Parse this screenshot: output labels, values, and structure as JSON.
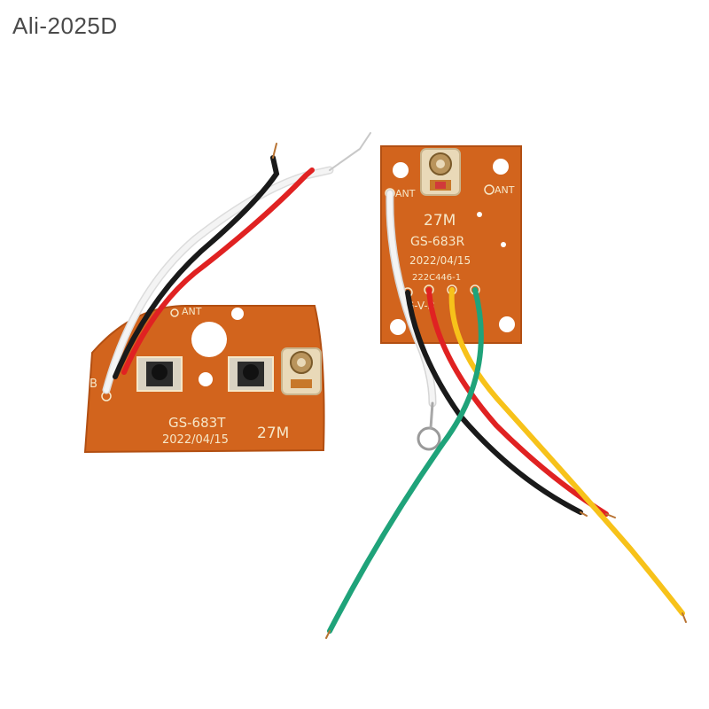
{
  "watermark": "Ali-2025D",
  "colors": {
    "pcb": "#d2641d",
    "pcb_edge": "#b24f12",
    "silkscreen": "#f6e7c8",
    "wire_black": "#1a1a1a",
    "wire_red": "#e02222",
    "wire_white": "#f4f4f4",
    "wire_yellow": "#f7c21a",
    "wire_green": "#1fa37a"
  },
  "transmitter": {
    "ant_label": "ANT",
    "b_label": "B",
    "model": "GS-683T",
    "date": "2022/04/15",
    "freq": "27M"
  },
  "receiver": {
    "ant_left_label": "ANT",
    "ant_right_label": "ANT",
    "freq": "27M",
    "model": "GS-683R",
    "date": "2022/04/15",
    "code": "222C446-1",
    "pins_label": "G-V-B"
  }
}
